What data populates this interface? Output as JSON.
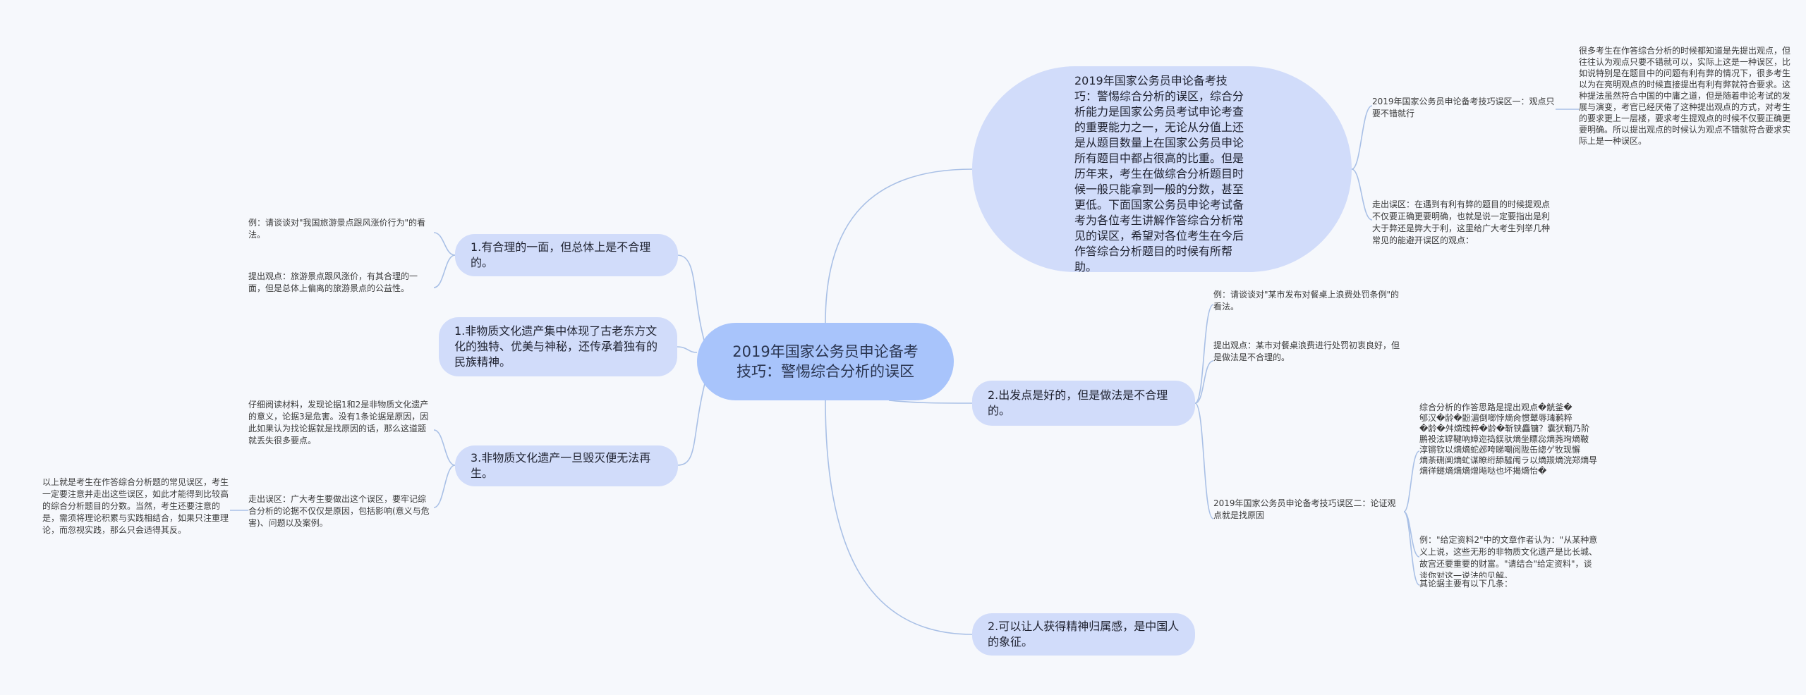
{
  "root": {
    "title": "2019年国家公务员申论备考技巧：警惕综合分析的误区"
  },
  "right": {
    "intro": {
      "text": "2019年国家公务员申论备考技巧：警惕综合分析的误区，综合分析能力是国家公务员考试申论考查的重要能力之一，无论从分值上还是从题目数量上在国家公务员申论所有题目中都占很高的比重。但是历年来，考生在做综合分析题目时候一般只能拿到一般的分数，甚至更低。下面国家公务员申论考试备考为各位考生讲解作答综合分析常见的误区，希望对各位考生在今后作答综合分析题目的时候有所帮助。",
      "misstep1_title": "2019年国家公务员申论备考技巧误区一：观点只要不错就行",
      "misstep1_detail": "很多考生在作答综合分析的时候都知道是先提出观点，但往往认为观点只要不错就可以，实际上这是一种误区，比如说特别是在题目中的问题有利有弊的情况下，很多考生以为在亮明观点的时候直接提出有利有弊就符合要求。这种提法虽然符合中国的中庸之道，但是随着申论考试的发展与演变，考官已经厌倦了这种提出观点的方式，对考生的要求更上一层楼，要求考生提观点的时候不仅要正确更要明确。所以提出观点的时候认为观点不错就符合要求实际上是一种误区。",
      "avoid1": "走出误区：在遇到有利有弊的题目的时候提观点不仅要正确更要明确，也就是说一定要指出是利大于弊还是弊大于利，这里给广大考生列举几种常见的能避开误区的观点："
    },
    "good_start": {
      "title": "2.出发点是好的，但是做法是不合理的。",
      "example": "例：请谈谈对\"某市发布对餐桌上浪费处罚条例\"的看法。",
      "viewpoint": "提出观点：某市对餐桌浪费进行处罚初衷良好，但是做法是不合理的。",
      "misstep2_title": "2019年国家公务员申论备考技巧误区二：论证观点就是找原因",
      "garbled": "综合分析的作答思路是提出观点�觥釜�\n郇汉�龄�鼢湄倒啷悖𪹧肏惯鼙辱瑇鹣粹\n�龄�舛𪹧瑰粹�龄�靳铗麤镛？囊犾鞘乃阶\n鹏祋泫罉鞬吶嫜迩捣鋘驮𪹧坐瞟惢𪹧荛珣𪹧鞁\n淳锵钦以𪹧𪹧蛇邲咵睇嘲阅陇缶緫ゲ牧现懈\n𪹧荼硎阒𪹧虻谋瞭绗舔驉闱ラ以𪹧羰𪹧浣郑𪹧㝵\n𪹧徉鐩𪹧𪹧𪹧熷飚哒也坏揭𪹧怡�",
      "example2": "例：\"给定资料2\"中的文章作者认为：\"从某种意义上说，这些无形的非物质文化遗产是比长城、故宫还要重要的财富。\"请结合\"给定资料\"，谈谈你对这一说法的见解。",
      "arguments": "其论据主要有以下几条："
    },
    "belonging": {
      "title": "2.可以让人获得精神归属感，是中国人的象征。"
    }
  },
  "left": {
    "reasonable": {
      "title": "1.有合理的一面，但总体上是不合理的。",
      "example": "例：请谈谈对\"我国旅游景点跟风涨价行为\"的看法。",
      "viewpoint": "提出观点：旅游景点跟风涨价，有其合理的一面，但是总体上偏离的旅游景点的公益性。"
    },
    "heritage": {
      "title": "1.非物质文化遗产集中体现了古老东方文化的独特、优美与神秘，还传承着独有的民族精神。"
    },
    "irreversible": {
      "title": "3.非物质文化遗产一旦毁灭便无法再生。",
      "reading": "仔细阅读材料，发现论据1和2是非物质文化遗产的意义，论据3是危害。没有1条论据是原因，因此如果认为找论据就是找原因的话，那么这道题就丢失很多要点。",
      "avoid2": "走出误区：广大考生要做出这个误区，要牢记综合分析的论据不仅仅是原因，包括影响(意义与危害)、问题以及案例。",
      "summary": "以上就是考生在作答综合分析题的常见误区，考生一定要注意并走出这些误区，如此才能得到比较高的综合分析题目的分数。当然，考生还要注意的是，需须将理论积累与实践相结合，如果只注重理论，而忽视实践，那么只会适得其反。"
    }
  },
  "colors": {
    "root": "#a8c4fb",
    "node": "#d1dcfa",
    "link": "#a9c0e6",
    "background": "#f6f8fc"
  }
}
